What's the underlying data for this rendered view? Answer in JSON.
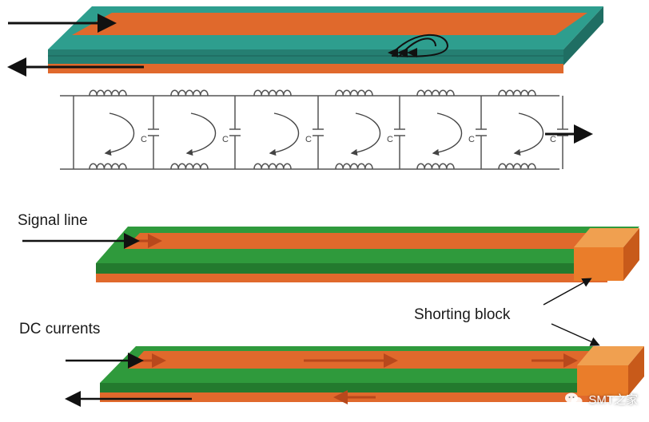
{
  "labels": {
    "signal_line": "Signal line",
    "dc_currents": "DC currents",
    "shorting_block": "Shorting block",
    "capacitor": "C"
  },
  "watermark": {
    "text": "SMT之家",
    "icon": "wechat-icon"
  },
  "colors": {
    "teal_plane": "#2e9e8e",
    "copper": "#e0692c",
    "green_plane": "#2f9a3c",
    "block": "#ea7d2a",
    "arrow": "#111111",
    "circuit": "#555555"
  }
}
